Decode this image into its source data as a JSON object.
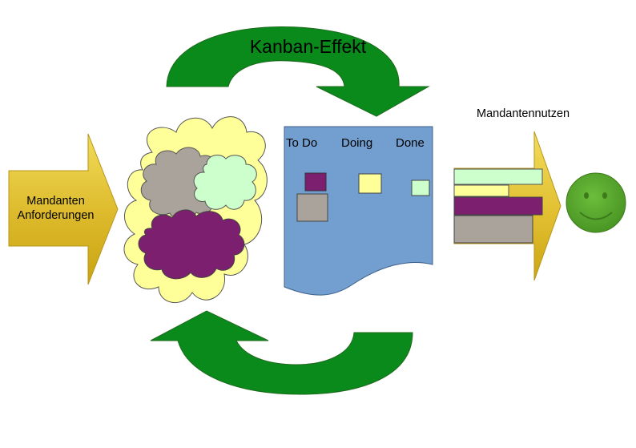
{
  "title": "Kanban-Effekt",
  "input": {
    "line1": "Mandanten",
    "line2": "Anforderungen"
  },
  "board": {
    "columns": [
      "To Do",
      "Doing",
      "Done"
    ]
  },
  "output": {
    "label": "Mandantennutzen"
  },
  "colors": {
    "arrow_green": "#0a8a1a",
    "arrow_gold": "#e6c63a",
    "cloud_yellow": "#ffff99",
    "cloud_gray": "#aaa39c",
    "cloud_mint": "#ccffcc",
    "cloud_purple": "#7b1f6e",
    "board_blue": "#729fcf",
    "smiley_green": "#54a32b"
  },
  "icons": [
    "smiley-face-icon"
  ]
}
